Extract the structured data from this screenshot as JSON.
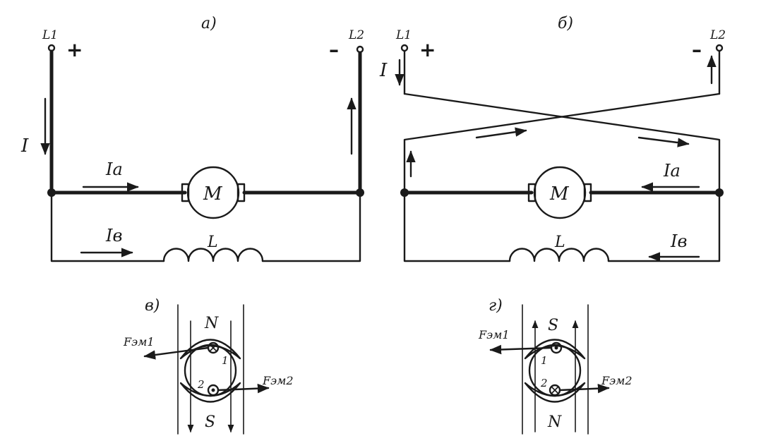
{
  "panel_a": {
    "caption": "а)",
    "terminal_left": "L1",
    "terminal_right": "L2",
    "sign_left": "+",
    "sign_right": "–",
    "current_total": "I",
    "current_armature": "Ia",
    "current_field": "Iв",
    "motor_label": "M",
    "coil_label": "L"
  },
  "panel_b": {
    "caption": "б)",
    "terminal_left": "L1",
    "terminal_right": "L2",
    "sign_left": "+",
    "sign_right": "–",
    "current_total": "I",
    "current_armature": "Ia",
    "current_field": "Iв",
    "motor_label": "M",
    "coil_label": "L"
  },
  "panel_c": {
    "caption": "в)",
    "pole_top": "N",
    "pole_bottom": "S",
    "force_1": "Fэм1",
    "force_2": "Fэм2",
    "conductor_1": "1",
    "conductor_2": "2"
  },
  "panel_d": {
    "caption": "г)",
    "pole_top": "S",
    "pole_bottom": "N",
    "force_1": "Fэм1",
    "force_2": "Fэм2",
    "conductor_1": "1",
    "conductor_2": "2"
  }
}
